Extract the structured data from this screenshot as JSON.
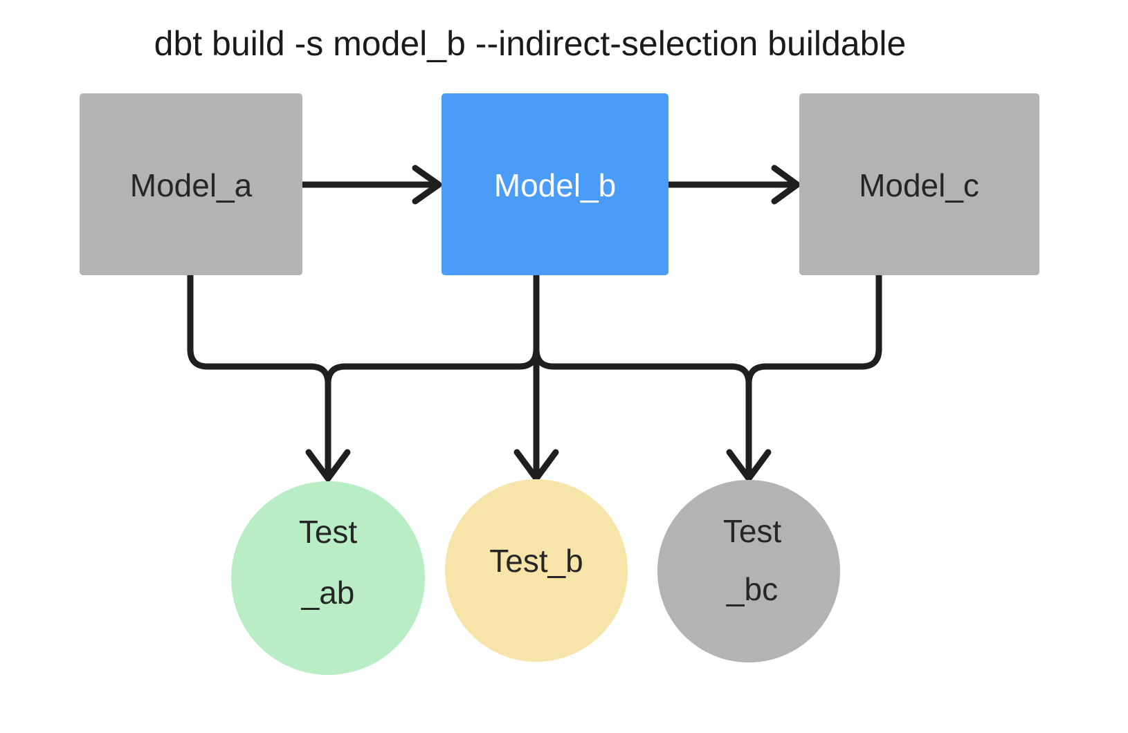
{
  "title": "dbt build -s model_b --indirect-selection buildable",
  "colors": {
    "background": "#ffffff",
    "gray_node": "#b3b3b3",
    "blue_node": "#4a9cf6",
    "green_node": "#b8edc6",
    "yellow_node": "#f7e4a8",
    "gray_circle": "#b3b3b3",
    "edge_stroke": "#1f1f1f",
    "text_dark": "#262626",
    "text_light": "#ffffff",
    "title_text": "#1a1a1a"
  },
  "models": [
    {
      "id": "model_a",
      "label": "Model_a",
      "shape": "rect",
      "fill": "#b3b3b3",
      "text_color": "#262626",
      "selected": false
    },
    {
      "id": "model_b",
      "label": "Model_b",
      "shape": "rect",
      "fill": "#4a9cf6",
      "text_color": "#ffffff",
      "selected": true
    },
    {
      "id": "model_c",
      "label": "Model_c",
      "shape": "rect",
      "fill": "#b3b3b3",
      "text_color": "#262626",
      "selected": false
    }
  ],
  "tests": [
    {
      "id": "test_ab",
      "label_line1": "Test",
      "label_line2": "_ab",
      "full_label": "Test_ab",
      "shape": "circle",
      "fill": "#b8edc6",
      "text_color": "#262626",
      "state": "selected-buildable"
    },
    {
      "id": "test_b",
      "label_line1": "Test_b",
      "label_line2": "",
      "full_label": "Test_b",
      "shape": "circle",
      "fill": "#f7e4a8",
      "text_color": "#262626",
      "state": "partially-selected"
    },
    {
      "id": "test_bc",
      "label_line1": "Test",
      "label_line2": "_bc",
      "full_label": "Test_bc",
      "shape": "circle",
      "fill": "#b3b3b3",
      "text_color": "#262626",
      "state": "not-selected"
    }
  ],
  "edges": [
    {
      "id": "model_a-to-model_b",
      "from": "model_a",
      "to": "model_b",
      "kind": "straight-right"
    },
    {
      "id": "model_b-to-model_c",
      "from": "model_b",
      "to": "model_c",
      "kind": "straight-right"
    },
    {
      "id": "model_a-to-test_ab",
      "from": "model_a",
      "to": "test_ab",
      "kind": "elbow-down"
    },
    {
      "id": "model_b-to-test_ab",
      "from": "model_b",
      "to": "test_ab",
      "kind": "elbow-down"
    },
    {
      "id": "model_b-to-test_b",
      "from": "model_b",
      "to": "test_b",
      "kind": "straight-down"
    },
    {
      "id": "model_b-to-test_bc",
      "from": "model_b",
      "to": "test_bc",
      "kind": "elbow-down"
    },
    {
      "id": "model_c-to-test_bc",
      "from": "model_c",
      "to": "test_bc",
      "kind": "elbow-down"
    }
  ]
}
